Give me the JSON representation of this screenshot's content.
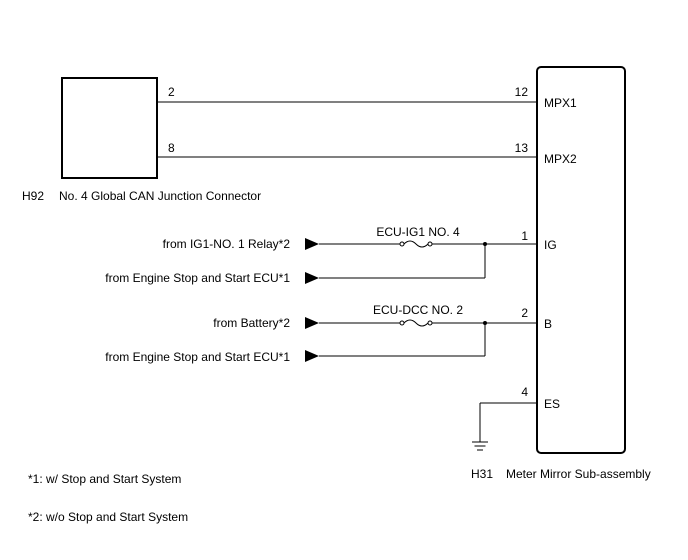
{
  "junction_connector": {
    "code": "H92",
    "name": "No. 4 Global CAN Junction Connector",
    "pin_a": "2",
    "pin_b": "8"
  },
  "meter": {
    "code": "H31",
    "name": "Meter Mirror Sub-assembly",
    "pins": [
      {
        "number": "12",
        "label": "MPX1"
      },
      {
        "number": "13",
        "label": "MPX2"
      },
      {
        "number": "1",
        "label": "IG"
      },
      {
        "number": "2",
        "label": "B"
      },
      {
        "number": "4",
        "label": "ES"
      }
    ]
  },
  "fuses": [
    {
      "label": "ECU-IG1 NO. 4"
    },
    {
      "label": "ECU-DCC NO. 2"
    }
  ],
  "sources": [
    {
      "label": "from IG1-NO. 1 Relay*2"
    },
    {
      "label": "from Engine Stop and Start ECU*1"
    },
    {
      "label": "from Battery*2"
    },
    {
      "label": "from Engine Stop and Start ECU*1"
    }
  ],
  "notes": [
    {
      "text": "*1: w/ Stop and Start System"
    },
    {
      "text": "*2: w/o Stop and Start System"
    }
  ]
}
